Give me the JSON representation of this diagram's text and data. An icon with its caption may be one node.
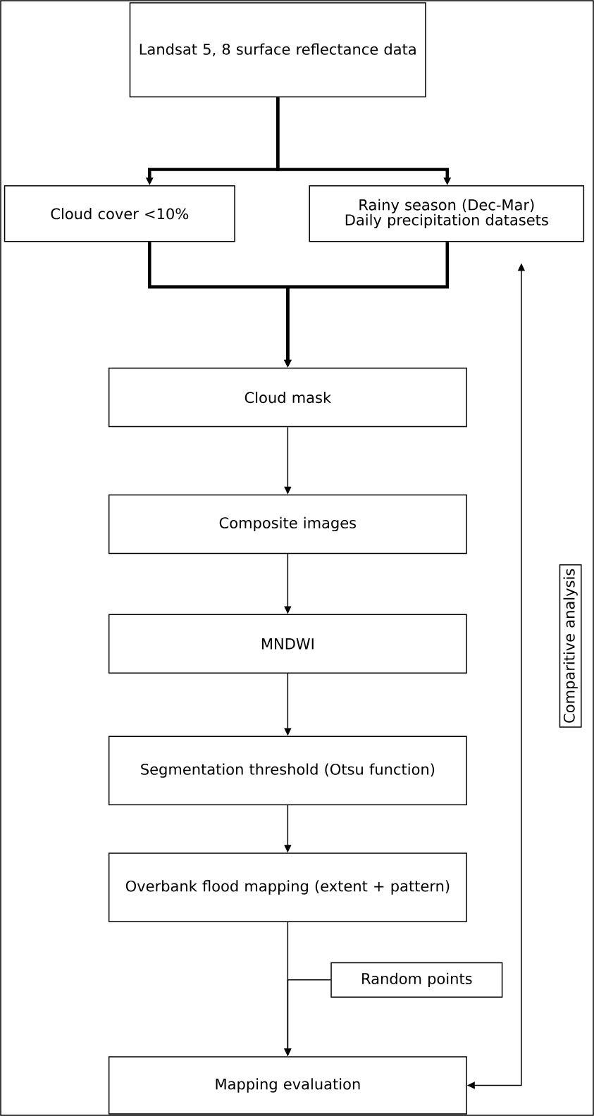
{
  "diagram": {
    "nodes": [
      {
        "text": [
          "Landsat 5, 8 surface reflectance data"
        ]
      },
      {
        "text": [
          "Cloud cover <10%"
        ]
      },
      {
        "text": [
          "Rainy season (Dec-Mar) Daily precipitation datasets"
        ]
      },
      {
        "text": [
          "Cloud mask"
        ]
      },
      {
        "text": [
          "Composite images"
        ]
      },
      {
        "text": [
          "MNDWI"
        ]
      },
      {
        "text": [
          "Segmentation threshold (Otsu function)"
        ]
      },
      {
        "text": [
          "Overbank flood mapping (extent + pattern)"
        ]
      },
      {
        "text": [
          "Random points"
        ]
      },
      {
        "text": [
          "Mapping evaluation"
        ]
      }
    ],
    "edges": [
      {
        "from": 0,
        "to": 1,
        "arrow": "to",
        "style": "thick"
      },
      {
        "from": 0,
        "to": 2,
        "arrow": "to",
        "style": "thick"
      },
      {
        "from": 1,
        "to": 3,
        "arrow": "to",
        "style": "thick"
      },
      {
        "from": 2,
        "to": 3,
        "arrow": "to",
        "style": "thick"
      },
      {
        "from": 3,
        "to": 4,
        "arrow": "to"
      },
      {
        "from": 4,
        "to": 5,
        "arrow": "to"
      },
      {
        "from": 5,
        "to": 6,
        "arrow": "to"
      },
      {
        "from": 6,
        "to": 7,
        "arrow": "to"
      },
      {
        "from": 7,
        "to": 9,
        "arrow": "to"
      },
      {
        "from": 8,
        "to": 9,
        "arrow": "to"
      },
      {
        "from": 2,
        "to": 9,
        "arrow": "both",
        "label": "Comparitive analysis"
      }
    ]
  }
}
